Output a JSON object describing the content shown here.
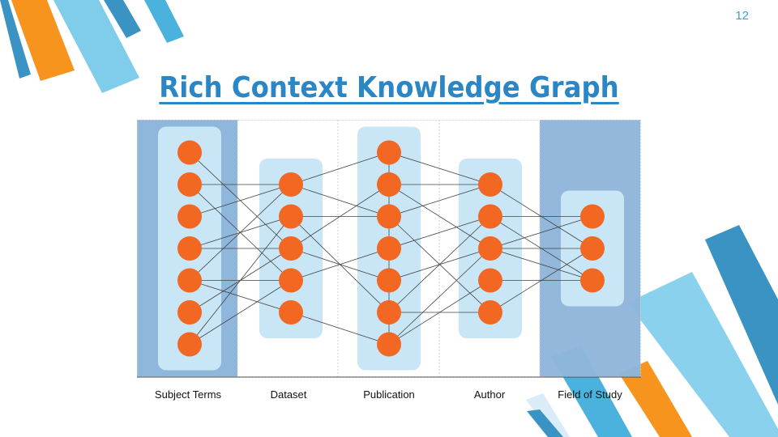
{
  "slide_number": "12",
  "title": "Rich Context Knowledge Graph",
  "columns": [
    {
      "label": "Subject Terms",
      "count": 7
    },
    {
      "label": "Dataset",
      "count": 5
    },
    {
      "label": "Publication",
      "count": 7
    },
    {
      "label": "Author",
      "count": 5
    },
    {
      "label": "Field of Study",
      "count": 3
    }
  ],
  "edges": [
    [
      [
        0,
        0
      ],
      [
        1,
        2
      ]
    ],
    [
      [
        0,
        1
      ],
      [
        1,
        0
      ]
    ],
    [
      [
        0,
        1
      ],
      [
        1,
        3
      ]
    ],
    [
      [
        0,
        2
      ],
      [
        1,
        0
      ]
    ],
    [
      [
        0,
        3
      ],
      [
        1,
        1
      ]
    ],
    [
      [
        0,
        3
      ],
      [
        1,
        2
      ]
    ],
    [
      [
        0,
        4
      ],
      [
        1,
        0
      ]
    ],
    [
      [
        0,
        4
      ],
      [
        1,
        3
      ]
    ],
    [
      [
        0,
        4
      ],
      [
        1,
        4
      ]
    ],
    [
      [
        0,
        5
      ],
      [
        1,
        2
      ]
    ],
    [
      [
        0,
        6
      ],
      [
        1,
        1
      ]
    ],
    [
      [
        0,
        6
      ],
      [
        1,
        3
      ]
    ],
    [
      [
        1,
        0
      ],
      [
        2,
        0
      ]
    ],
    [
      [
        1,
        0
      ],
      [
        2,
        2
      ]
    ],
    [
      [
        1,
        1
      ],
      [
        2,
        2
      ]
    ],
    [
      [
        1,
        1
      ],
      [
        2,
        5
      ]
    ],
    [
      [
        1,
        2
      ],
      [
        2,
        1
      ]
    ],
    [
      [
        1,
        2
      ],
      [
        2,
        4
      ]
    ],
    [
      [
        1,
        3
      ],
      [
        2,
        3
      ]
    ],
    [
      [
        1,
        4
      ],
      [
        2,
        6
      ]
    ],
    [
      [
        2,
        0
      ],
      [
        3,
        0
      ]
    ],
    [
      [
        2,
        1
      ],
      [
        3,
        0
      ]
    ],
    [
      [
        2,
        1
      ],
      [
        3,
        2
      ]
    ],
    [
      [
        2,
        2
      ],
      [
        3,
        0
      ]
    ],
    [
      [
        2,
        2
      ],
      [
        3,
        4
      ]
    ],
    [
      [
        2,
        3
      ],
      [
        3,
        1
      ]
    ],
    [
      [
        2,
        4
      ],
      [
        3,
        2
      ]
    ],
    [
      [
        2,
        5
      ],
      [
        3,
        1
      ]
    ],
    [
      [
        2,
        5
      ],
      [
        3,
        4
      ]
    ],
    [
      [
        2,
        6
      ],
      [
        3,
        2
      ]
    ],
    [
      [
        2,
        6
      ],
      [
        3,
        3
      ]
    ],
    [
      [
        3,
        0
      ],
      [
        4,
        1
      ]
    ],
    [
      [
        3,
        1
      ],
      [
        4,
        0
      ]
    ],
    [
      [
        3,
        1
      ],
      [
        4,
        2
      ]
    ],
    [
      [
        3,
        2
      ],
      [
        4,
        0
      ]
    ],
    [
      [
        3,
        2
      ],
      [
        4,
        1
      ]
    ],
    [
      [
        3,
        2
      ],
      [
        4,
        2
      ]
    ],
    [
      [
        3,
        3
      ],
      [
        4,
        2
      ]
    ],
    [
      [
        3,
        4
      ],
      [
        4,
        1
      ]
    ]
  ],
  "colors": {
    "node": "#f26722",
    "column_background": "#c8e6f5",
    "band_dark": "#8fb6db",
    "edge": "#444444",
    "title": "#2b86c5",
    "slide_number": "#3aa0cf",
    "deco_blue_dark": "#3a93c3",
    "deco_blue_light": "#7fcdea",
    "deco_blue_mid": "#4bb1dd",
    "deco_orange": "#f7941d"
  }
}
